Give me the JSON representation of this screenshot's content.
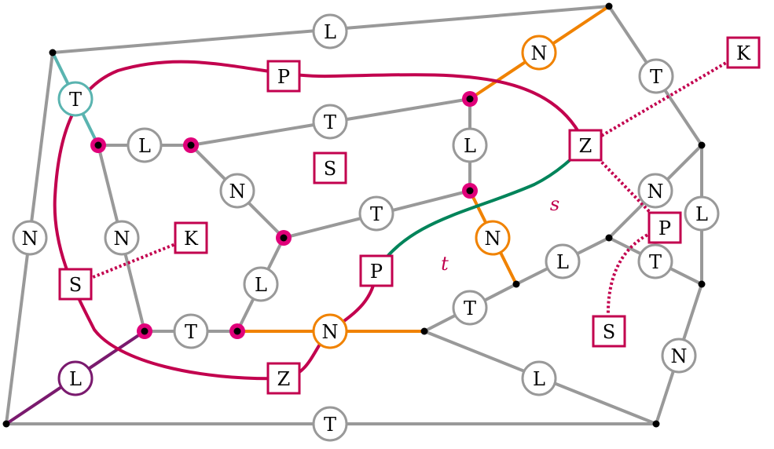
{
  "colors": {
    "gray": "#999999",
    "crimson": "#c2004e",
    "orange": "#f08200",
    "teal": "#5ab4b0",
    "purple": "#7a1a6e",
    "green": "#00845a",
    "pink": "#e0007a"
  },
  "circle_labels": {
    "top_edge": "L",
    "left_edge": "N",
    "bottom_edge": "T",
    "right_upper": "T",
    "right_mid": "L",
    "right_lower": "N",
    "eg": "N",
    "gf": "T",
    "gh": "L",
    "hi": "T",
    "id": "L",
    "inner_l1": "L",
    "inner_t1": "T",
    "inner_n1": "N",
    "inner_l2": "L",
    "inner_t2": "T",
    "inner_n2": "N",
    "inner_t3": "T",
    "inner_l3": "L",
    "orange_n1": "N",
    "orange_n2": "N",
    "orange_n3": "N",
    "teal_t": "T",
    "purple_l": "L"
  },
  "square_labels": {
    "p_top": "P",
    "z_right": "Z",
    "k_top": "K",
    "p_right": "P",
    "s_right": "S",
    "s_left": "S",
    "k_left": "K",
    "z_bottom": "Z",
    "p_mid": "P",
    "s_center": "S"
  },
  "italic_labels": {
    "s": "s",
    "t": "t"
  }
}
